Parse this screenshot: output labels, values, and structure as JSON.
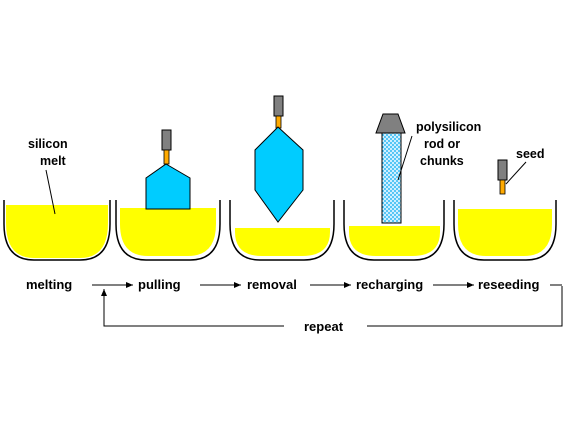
{
  "stages": [
    {
      "id": "melting",
      "label": "melting"
    },
    {
      "id": "pulling",
      "label": "pulling"
    },
    {
      "id": "removal",
      "label": "removal"
    },
    {
      "id": "recharging",
      "label": "recharging"
    },
    {
      "id": "reseeding",
      "label": "reseeding"
    }
  ],
  "loop_label": "repeat",
  "annotations": {
    "silicon_melt": [
      "silicon",
      "melt"
    ],
    "polysilicon": [
      "polysilicon",
      "rod or",
      "chunks"
    ],
    "seed": "seed"
  },
  "colors": {
    "melt": "#ffff00",
    "crystal": "#00ccff",
    "seed_holder": "#808080",
    "seed_tip": "#ffaa00",
    "outline": "#000000"
  }
}
